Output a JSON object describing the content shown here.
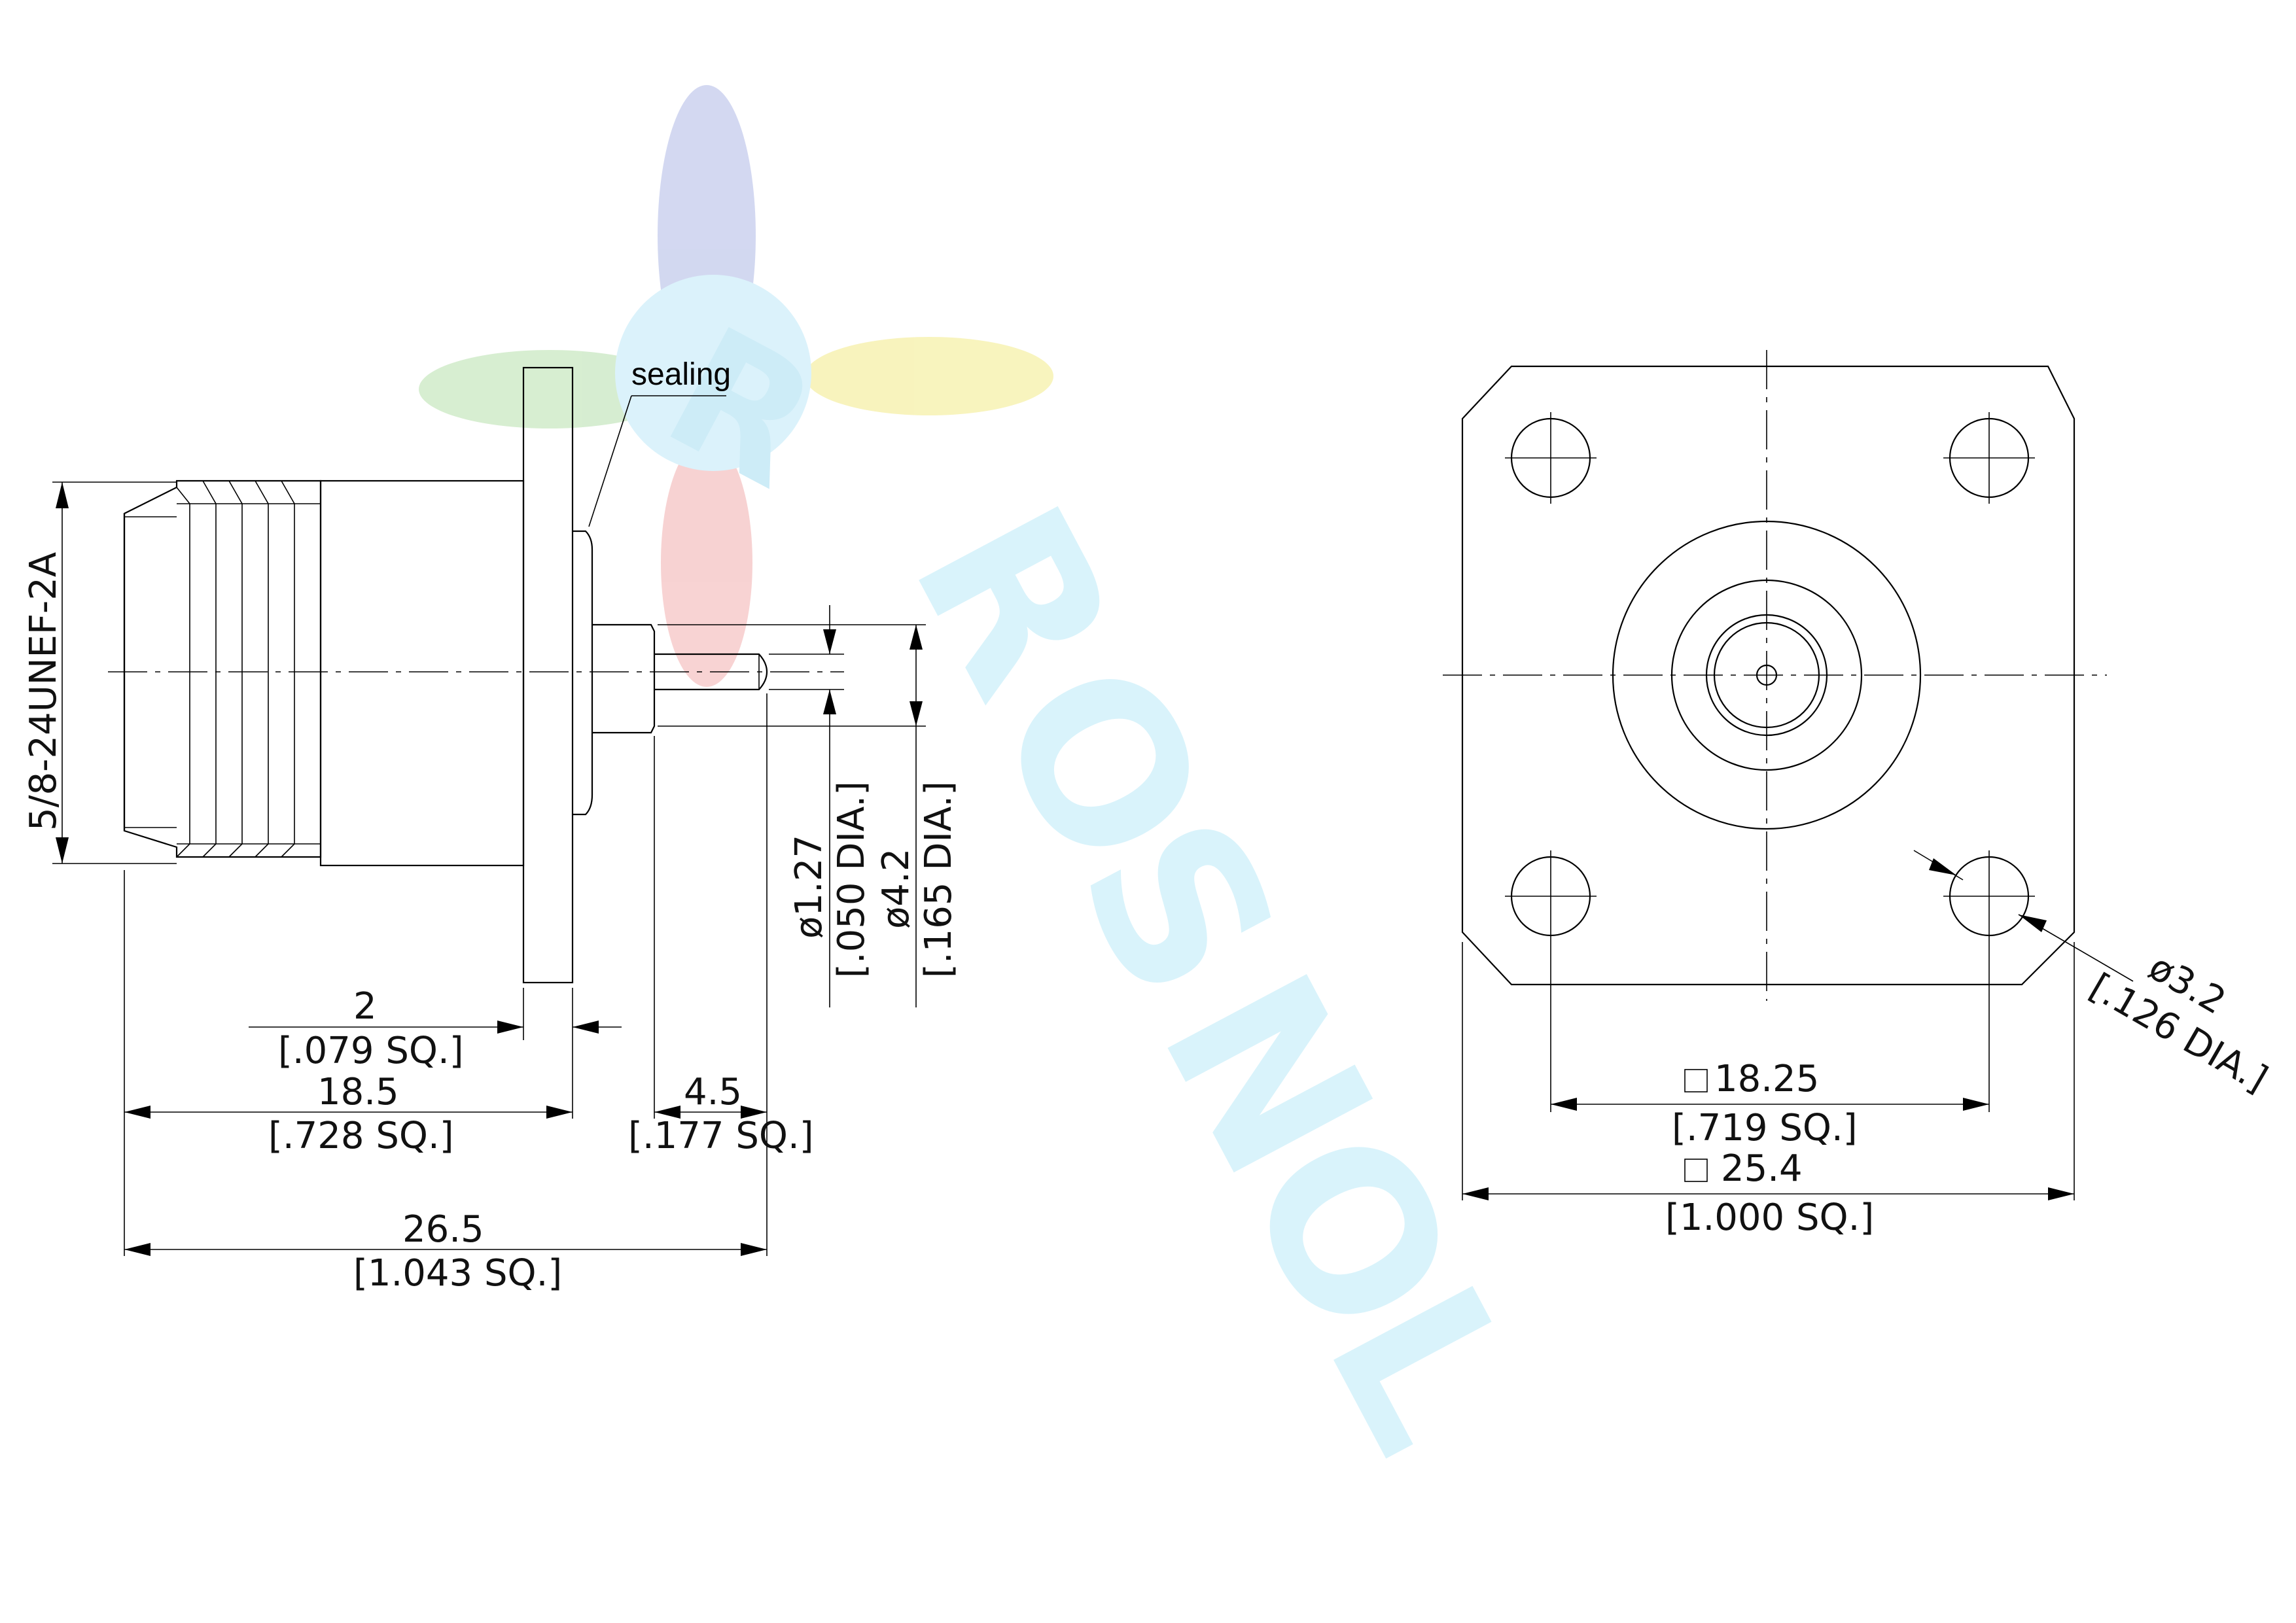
{
  "watermark": {
    "brand_letters": [
      "R",
      "O",
      "S",
      "N",
      "O",
      "L"
    ],
    "logo_letter": "R",
    "colors": {
      "blue": "#b9c3e6",
      "green": "#bfe3b9",
      "red": "#f3b3b3",
      "yellow": "#f5ee9f",
      "cyan": "#cfeffa"
    }
  },
  "side_view": {
    "thread_label": "5/8-24UNEF-2A",
    "sealing_label": "sealing",
    "flange_thickness": {
      "value": "2",
      "inch": "[.079 SQ.]"
    },
    "body_length": {
      "value": "18.5",
      "inch": "[.728 SQ.]"
    },
    "pin_length": {
      "value": "4.5",
      "inch": "[.177 SQ.]"
    },
    "overall_length": {
      "value": "26.5",
      "inch": "[1.043 SQ.]"
    },
    "pin_diameter": {
      "value": "ø1.27",
      "inch": "[.050 DIA.]"
    },
    "insulator_diameter": {
      "value": "ø4.2",
      "inch": "[.165 DIA.]"
    }
  },
  "front_view": {
    "hole_spacing": {
      "value": "18.25",
      "inch": "[.719 SQ.]"
    },
    "flange_size": {
      "value": "25.4",
      "inch": "[1.000 SQ.]"
    },
    "hole_diameter": {
      "value": "ø3.2",
      "inch": "[.126 DIA.]"
    }
  }
}
